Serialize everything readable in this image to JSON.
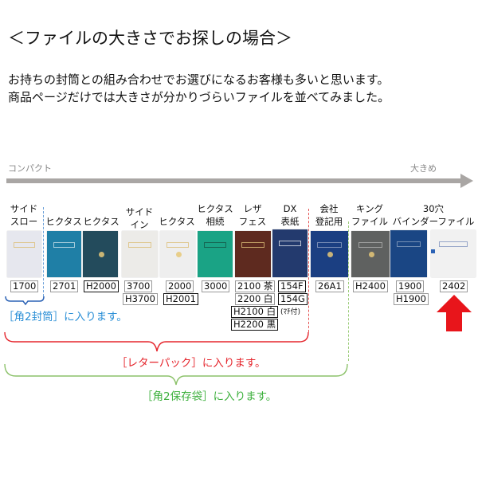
{
  "title": "＜ファイルの大きさでお探しの場合＞",
  "intro": {
    "line1": "お持ちの封筒との組み合わせでお選びになるお客様も多いと思います。",
    "line2": "商品ページだけでは大きさが分かりづらいファイルを並べてみました。"
  },
  "scale": {
    "left_label": "コンパクト",
    "right_label": "大きめ",
    "bar_color": "#a9a6a4"
  },
  "files": [
    {
      "name_l1": "サイド",
      "name_l2": "スロー",
      "color": "#e6e7ee",
      "codes": [
        "1700"
      ]
    },
    {
      "name_l1": "",
      "name_l2": "ヒクタス",
      "color": "#1f7fa6",
      "codes": [
        "2701"
      ]
    },
    {
      "name_l1": "",
      "name_l2": "ヒクタス",
      "color": "#234b5c",
      "codes": [
        "H2000"
      ]
    },
    {
      "name_l1": "サイド",
      "name_l2": "イン",
      "color": "#ecebe8",
      "codes": [
        "3700",
        "H3700"
      ]
    },
    {
      "name_l1": "",
      "name_l2": "ヒクタス",
      "color": "#eeeeee",
      "codes": [
        "2000",
        "H2001"
      ]
    },
    {
      "name_l1": "ヒクタス",
      "name_l2": "相続",
      "color": "#1aa385",
      "codes": [
        "3000"
      ]
    },
    {
      "name_l1": "レザ",
      "name_l2": "フェス",
      "color": "#5e2a1f",
      "codes": [
        "2100 茶",
        "2200 白",
        "H2100 白",
        "H2200 黒"
      ]
    },
    {
      "name_l1": "DX",
      "name_l2": "表紙",
      "color": "#233a6e",
      "codes": [
        "154F",
        "154G"
      ],
      "note": "(ﾏﾁ付)"
    },
    {
      "name_l1": "会社",
      "name_l2": "登記用",
      "color": "#1b3f82",
      "codes": [
        "26A1"
      ]
    },
    {
      "name_l1": "キング",
      "name_l2": "ファイル",
      "color": "#5f6160",
      "codes": [
        "H2400"
      ]
    },
    {
      "name_l1": "30穴",
      "name_l2": "バインダーファイル",
      "color": "#1a4684",
      "codes": [
        "1900",
        "H1900"
      ]
    },
    {
      "name_l1": "",
      "name_l2": "",
      "color": "#f1f1f1",
      "codes": [
        "2402"
      ]
    }
  ],
  "groups": {
    "kaku2_envelope": {
      "label": "［角2封筒］に入ります。",
      "color": "#2b8fd6"
    },
    "letter_pack": {
      "label": "［レターパック］に入ります。",
      "color": "#e5262d"
    },
    "kaku2_storage_bag": {
      "label": "［角2保存袋］に入ります。",
      "color": "#3db03d"
    }
  },
  "highlight_arrow": {
    "color": "#e8151b",
    "target_code": "2402"
  }
}
